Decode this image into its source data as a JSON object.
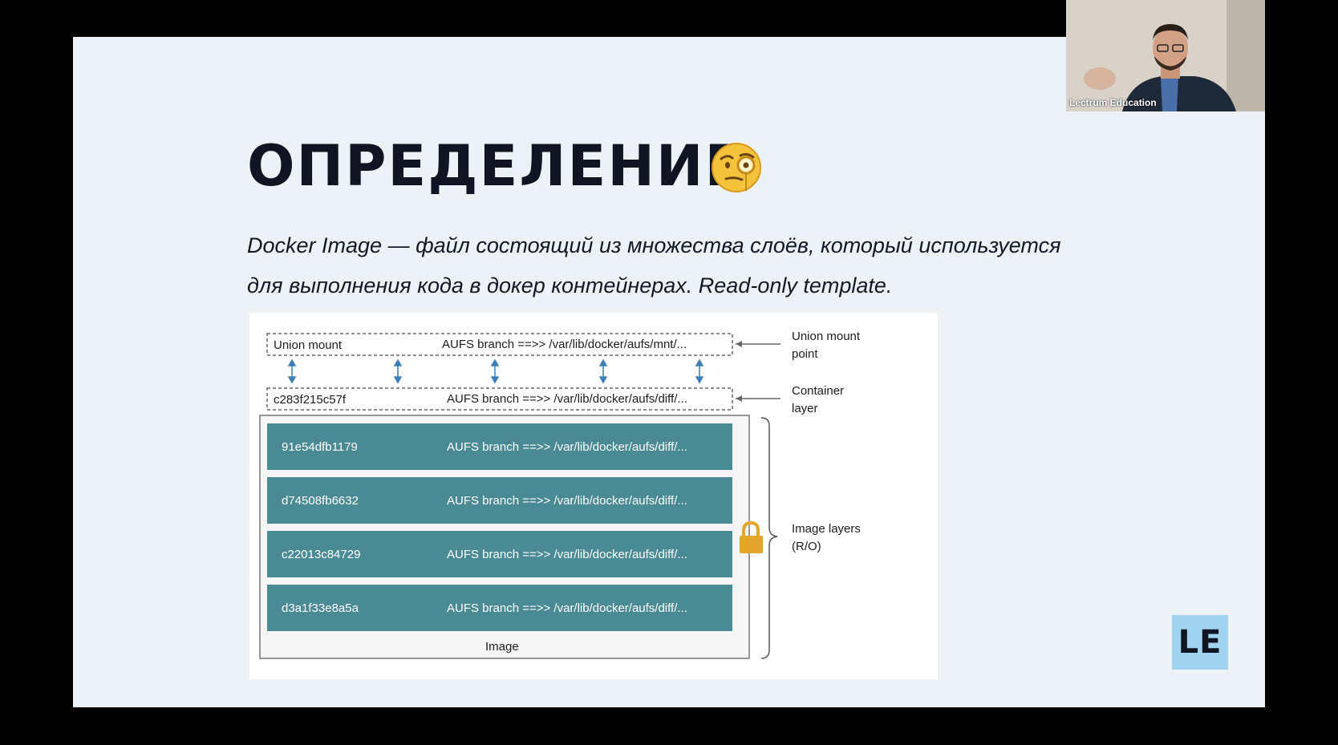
{
  "slide": {
    "title": "ОПРЕДЕЛЕНИЕ",
    "title_emoji": "face-with-monocle-icon",
    "description_line1": "Docker Image — файл состоящий из множества слоёв, который используется",
    "description_line2": "для выполнения кода в докер контейнерах. Read-only template."
  },
  "diagram": {
    "union_mount": {
      "name": "Union mount",
      "branch": "AUFS branch ==>> /var/lib/docker/aufs/mnt/...",
      "label_line1": "Union mount",
      "label_line2": "point"
    },
    "container_layer": {
      "id": "c283f215c57f",
      "branch": "AUFS branch ==>> /var/lib/docker/aufs/diff/...",
      "label_line1": "Container",
      "label_line2": "layer"
    },
    "image_layers": [
      {
        "id": "91e54dfb1179",
        "branch": "AUFS branch ==>> /var/lib/docker/aufs/diff/..."
      },
      {
        "id": "d74508fb6632",
        "branch": "AUFS branch ==>> /var/lib/docker/aufs/diff/..."
      },
      {
        "id": "c22013c84729",
        "branch": "AUFS branch ==>> /var/lib/docker/aufs/diff/..."
      },
      {
        "id": "d3a1f33e8a5a",
        "branch": "AUFS branch ==>> /var/lib/docker/aufs/diff/..."
      }
    ],
    "image_caption": "Image",
    "image_layers_label_line1": "Image layers",
    "image_layers_label_line2": "(R/O)",
    "layer_color": "#4a8a95",
    "lock_color": "#e3a52a"
  },
  "logo": {
    "text": "LE",
    "color": "#9fd3ee"
  },
  "webcam": {
    "name": "Lectrum Education"
  }
}
